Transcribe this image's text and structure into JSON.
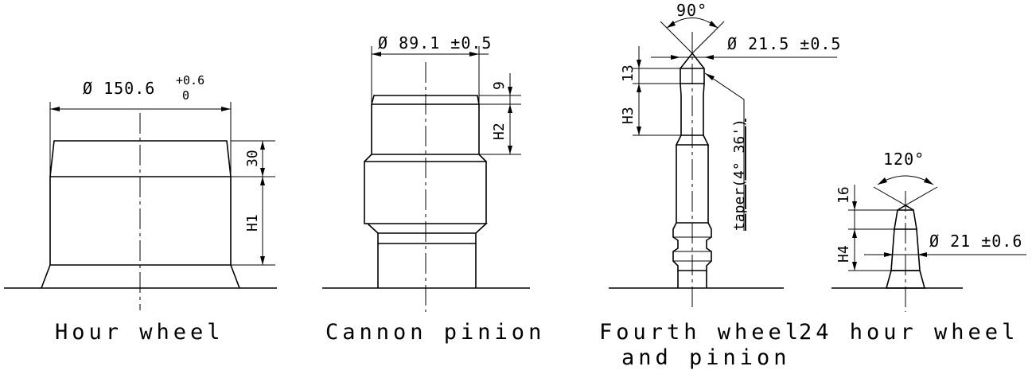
{
  "parts": {
    "hour_wheel": {
      "caption": "Hour wheel",
      "diameter": "Ø 150.6",
      "tol_upper": "+0.6",
      "tol_lower": "0",
      "dim_top": "30",
      "dim_height": "H1"
    },
    "cannon_pinion": {
      "caption": "Cannon pinion",
      "diameter": "Ø 89.1 ±0.5",
      "dim_top": "9",
      "dim_height": "H2"
    },
    "fourth_wheel": {
      "caption_line1": "Fourth wheel",
      "caption_line2": "and pinion",
      "angle": "90°",
      "diameter": "Ø 21.5 ±0.5",
      "dim_top": "13",
      "dim_height": "H3",
      "taper": "taper(4° 36')"
    },
    "hour24_wheel": {
      "caption": "24 hour wheel",
      "angle": "120°",
      "diameter": "Ø 21 ±0.6",
      "dim_top": "16",
      "dim_height": "H4"
    }
  },
  "colors": {
    "line": "#000000",
    "background": "#ffffff"
  }
}
